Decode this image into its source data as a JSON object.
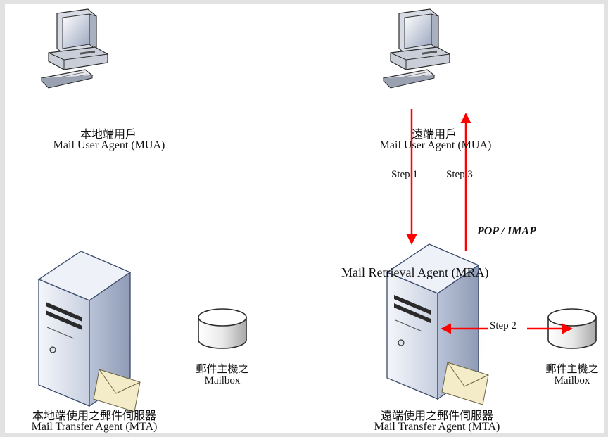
{
  "local_client": {
    "name": "本地端用戶",
    "role": "Mail User Agent (MUA)"
  },
  "remote_client": {
    "name": "遠端用戶",
    "role": "Mail User Agent (MUA)"
  },
  "steps": {
    "step1": "Step 1",
    "step2": "Step 2",
    "step3": "Step 3"
  },
  "protocol": "POP / IMAP",
  "mra_label": "Mail Retrieval Agent (MRA)",
  "local_server": {
    "name": "本地端使用之郵件伺服器",
    "role": "Mail Transfer Agent (MTA)"
  },
  "remote_server": {
    "name": "遠端使用之郵件伺服器",
    "role": "Mail Transfer Agent (MTA)"
  },
  "local_mailbox": {
    "name": "郵件主機之",
    "label": "Mailbox"
  },
  "remote_mailbox": {
    "name": "郵件主機之",
    "label": "Mailbox"
  },
  "colors": {
    "arrow": "#ff0000",
    "server_body": "#eef1f8",
    "outline": "#3a4a6b"
  }
}
